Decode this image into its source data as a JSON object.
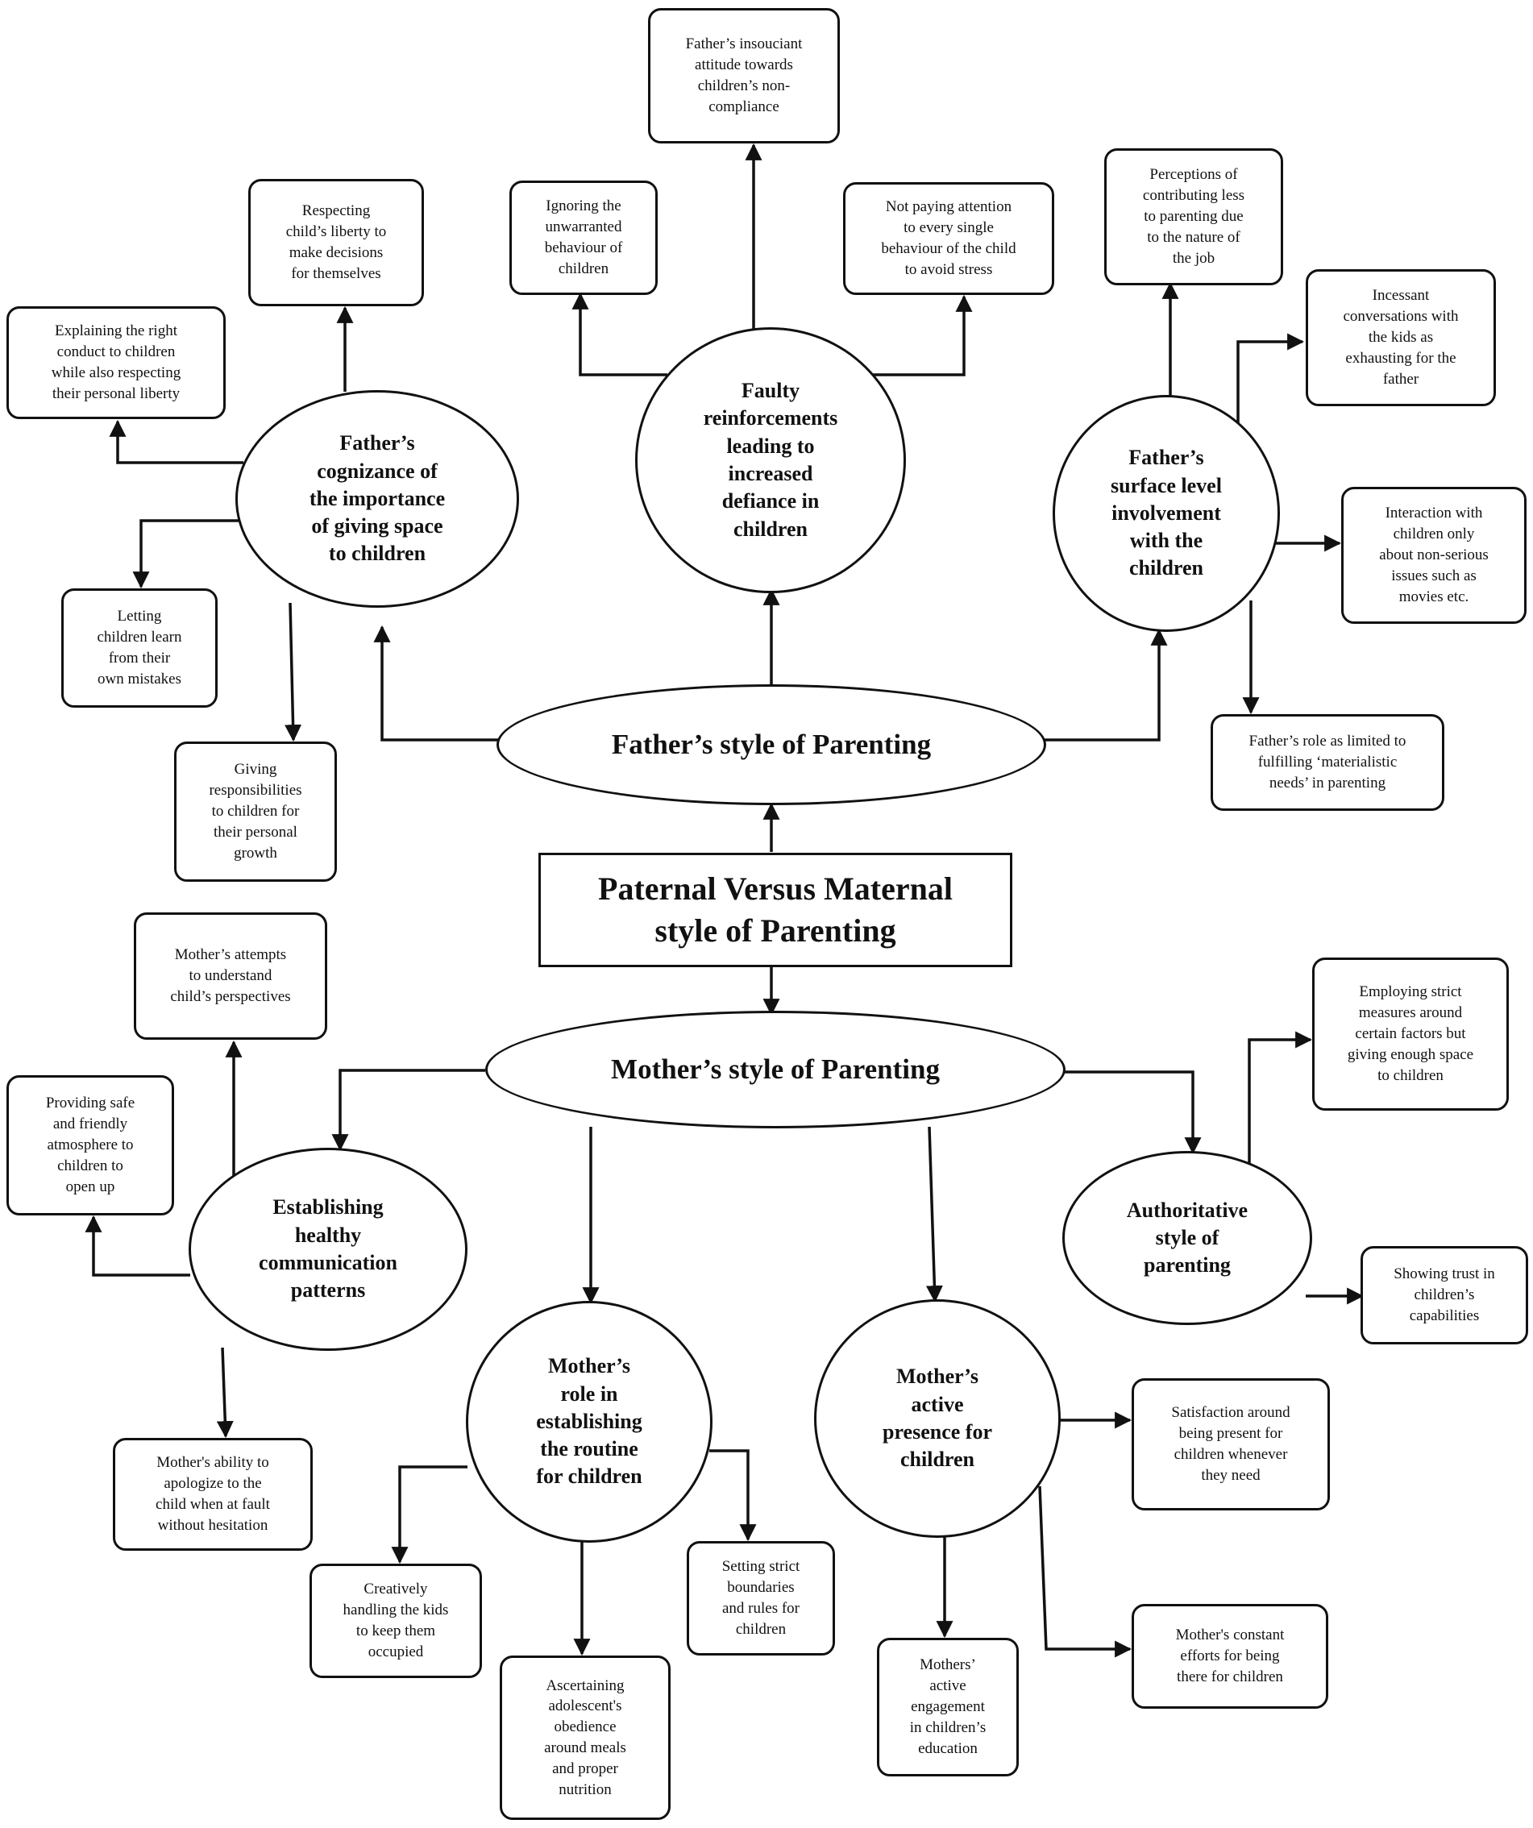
{
  "central": {
    "label": "Paternal Versus Maternal\nstyle of Parenting"
  },
  "father_style": {
    "label": "Father’s style of Parenting"
  },
  "mother_style": {
    "label": "Mother’s style of Parenting"
  },
  "father_themes": [
    {
      "label": "Father’s\ncognizance of\nthe importance\nof giving space\nto children",
      "items": [
        "Respecting\nchild’s liberty to\nmake decisions\nfor themselves",
        "Explaining the right\nconduct to children\nwhile also respecting\ntheir personal liberty",
        "Letting\nchildren learn\nfrom their\nown mistakes",
        "Giving\nresponsibilities\nto children for\ntheir personal\ngrowth"
      ]
    },
    {
      "label": "Faulty\nreinforcements\nleading to\nincreased\ndefiance in\nchildren",
      "items": [
        "Father’s insouciant\nattitude towards\nchildren’s non-\ncompliance",
        "Ignoring the\nunwarranted\nbehaviour of\nchildren",
        "Not paying attention\nto every single\nbehaviour of the child\nto avoid stress"
      ]
    },
    {
      "label": "Father’s\nsurface level\ninvolvement\nwith the\nchildren",
      "items": [
        "Perceptions of\ncontributing less\nto parenting due\nto the nature of\nthe job",
        "Incessant\nconversations with\nthe kids as\nexhausting for the\nfather",
        "Interaction with\nchildren only\nabout non-serious\nissues such as\nmovies etc.",
        "Father’s role as limited to\nfulfilling ‘materialistic\nneeds’ in parenting"
      ]
    }
  ],
  "mother_themes": [
    {
      "label": "Establishing\nhealthy\ncommunication\npatterns",
      "items": [
        "Mother’s attempts\nto understand\nchild’s perspectives",
        "Providing safe\nand friendly\natmosphere to\nchildren to\nopen up",
        "Mother's ability to\napologize to the\nchild when at fault\nwithout hesitation"
      ]
    },
    {
      "label": "Mother’s\nrole in\nestablishing\nthe routine\nfor children",
      "items": [
        "Creatively\nhandling the kids\nto keep them\noccupied",
        "Ascertaining\nadolescent's\nobedience\naround meals\nand proper\nnutrition",
        "Setting strict\nboundaries\nand rules for\nchildren"
      ]
    },
    {
      "label": "Mother’s\nactive\npresence for\nchildren",
      "items": [
        "Satisfaction around\nbeing present for\nchildren whenever\nthey need",
        "Mothers’\nactive\nengagement\nin children’s\neducation",
        "Mother's constant\nefforts for being\nthere for children"
      ]
    },
    {
      "label": "Authoritative\nstyle of\nparenting",
      "items": [
        "Employing strict\nmeasures around\ncertain factors but\ngiving enough space\nto children",
        "Showing trust in\nchildren’s\ncapabilities"
      ]
    }
  ]
}
